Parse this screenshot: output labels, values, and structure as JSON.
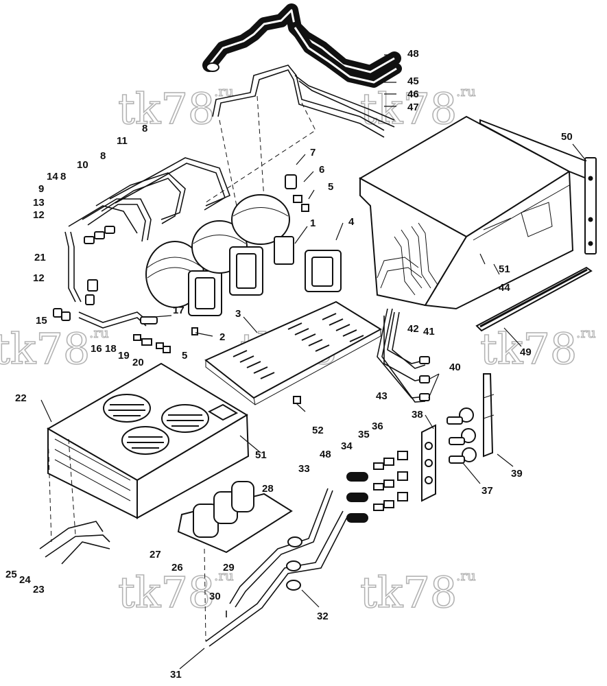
{
  "watermark": {
    "main": "tk78",
    "suffix": ".ru"
  },
  "callouts": [
    {
      "id": "c1",
      "label": "1"
    },
    {
      "id": "c2",
      "label": "2"
    },
    {
      "id": "c3",
      "label": "3"
    },
    {
      "id": "c4",
      "label": "4"
    },
    {
      "id": "c5a",
      "label": "5"
    },
    {
      "id": "c5b",
      "label": "5"
    },
    {
      "id": "c6",
      "label": "6"
    },
    {
      "id": "c7",
      "label": "7"
    },
    {
      "id": "c8a",
      "label": "8"
    },
    {
      "id": "c8b",
      "label": "8"
    },
    {
      "id": "c8c",
      "label": "8"
    },
    {
      "id": "c9",
      "label": "9"
    },
    {
      "id": "c10",
      "label": "10"
    },
    {
      "id": "c11",
      "label": "11"
    },
    {
      "id": "c12a",
      "label": "12"
    },
    {
      "id": "c12b",
      "label": "12"
    },
    {
      "id": "c13",
      "label": "13"
    },
    {
      "id": "c14",
      "label": "14"
    },
    {
      "id": "c15",
      "label": "15"
    },
    {
      "id": "c16",
      "label": "16"
    },
    {
      "id": "c17",
      "label": "17"
    },
    {
      "id": "c18",
      "label": "18"
    },
    {
      "id": "c19",
      "label": "19"
    },
    {
      "id": "c20",
      "label": "20"
    },
    {
      "id": "c21",
      "label": "21"
    },
    {
      "id": "c22",
      "label": "22"
    },
    {
      "id": "c23",
      "label": "23"
    },
    {
      "id": "c24",
      "label": "24"
    },
    {
      "id": "c25",
      "label": "25"
    },
    {
      "id": "c26",
      "label": "26"
    },
    {
      "id": "c27",
      "label": "27"
    },
    {
      "id": "c28",
      "label": "28"
    },
    {
      "id": "c29",
      "label": "29"
    },
    {
      "id": "c30",
      "label": "30"
    },
    {
      "id": "c31",
      "label": "31"
    },
    {
      "id": "c32",
      "label": "32"
    },
    {
      "id": "c33",
      "label": "33"
    },
    {
      "id": "c34",
      "label": "34"
    },
    {
      "id": "c35",
      "label": "35"
    },
    {
      "id": "c36",
      "label": "36"
    },
    {
      "id": "c37",
      "label": "37"
    },
    {
      "id": "c38",
      "label": "38"
    },
    {
      "id": "c39",
      "label": "39"
    },
    {
      "id": "c40",
      "label": "40"
    },
    {
      "id": "c41",
      "label": "41"
    },
    {
      "id": "c42",
      "label": "42"
    },
    {
      "id": "c43",
      "label": "43"
    },
    {
      "id": "c44",
      "label": "44"
    },
    {
      "id": "c45",
      "label": "45"
    },
    {
      "id": "c46",
      "label": "46"
    },
    {
      "id": "c47",
      "label": "47"
    },
    {
      "id": "c48a",
      "label": "48"
    },
    {
      "id": "c48b",
      "label": "48"
    },
    {
      "id": "c49",
      "label": "49"
    },
    {
      "id": "c50",
      "label": "50"
    },
    {
      "id": "c51a",
      "label": "51"
    },
    {
      "id": "c51b",
      "label": "51"
    },
    {
      "id": "c52",
      "label": "52"
    }
  ]
}
